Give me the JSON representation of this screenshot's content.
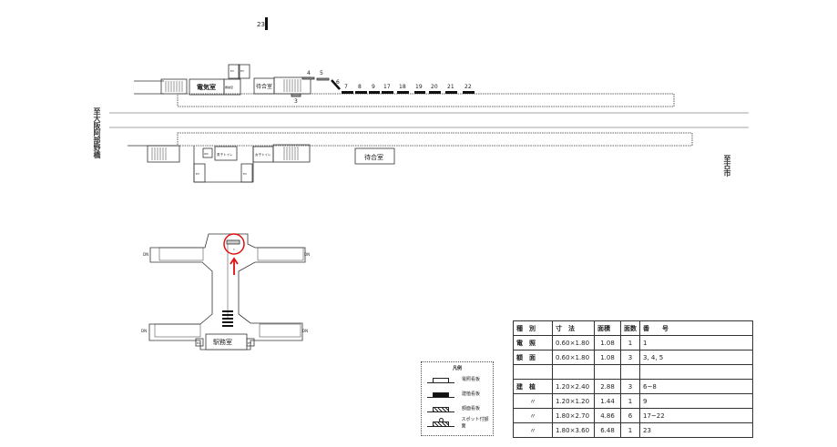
{
  "sign_23": "23",
  "directions": {
    "left": "至大阪阿部野橋",
    "right": "至古市"
  },
  "upper_platform": {
    "rooms": {
      "electric_room": "電気室",
      "machine_room": "機械室",
      "waiting_room": "待合室"
    },
    "ev": "EV",
    "sign_numbers": [
      "3",
      "4",
      "5",
      "6",
      "7",
      "8",
      "9",
      "17",
      "18",
      "19",
      "20",
      "21",
      "22"
    ]
  },
  "lower_platform": {
    "rooms": {
      "wc": "WC",
      "mens_toilet": "男子トイレ",
      "womens_toilet": "女子トイレ",
      "waiting_room": "待合室"
    },
    "ev": "EV"
  },
  "concourse": {
    "station_office": "駅務室",
    "dn": "DN",
    "sign_number": "1",
    "ev": "EV"
  },
  "highlight_color": "#e01010",
  "legend": {
    "title": "凡例",
    "items": [
      "電照看板",
      "建植看板",
      "額面看板",
      "スポット付額面"
    ]
  },
  "table": {
    "headers": [
      "種　別",
      "寸　法",
      "面積",
      "面数",
      "番　　号"
    ],
    "rows": [
      [
        "電　照",
        "0.60×1.80",
        "1.08",
        "1",
        "1"
      ],
      [
        "額　面",
        "0.60×1.80",
        "1.08",
        "3",
        "3, 4, 5"
      ],
      [
        "",
        "",
        "",
        "",
        ""
      ],
      [
        "建　植",
        "1.20×2.40",
        "2.88",
        "3",
        "6~8"
      ],
      [
        "〃",
        "1.20×1.20",
        "1.44",
        "1",
        "9"
      ],
      [
        "〃",
        "1.80×2.70",
        "4.86",
        "6",
        "17~22"
      ],
      [
        "〃",
        "1.80×3.60",
        "6.48",
        "1",
        "23"
      ]
    ]
  }
}
